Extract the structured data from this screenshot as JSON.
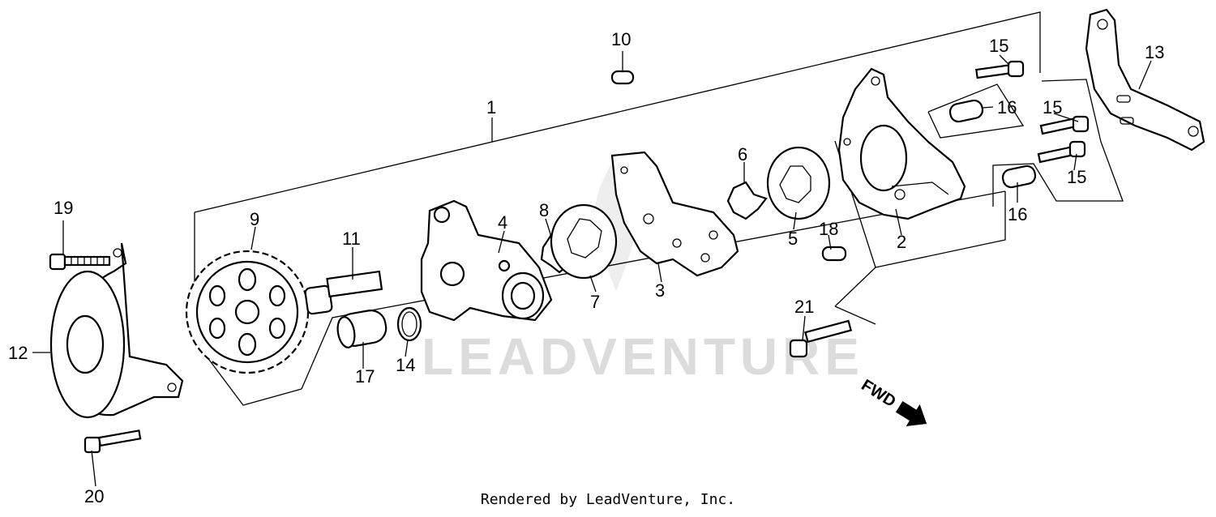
{
  "watermark": "LEADVENTURE",
  "footer_text": "Rendered by LeadVenture, Inc.",
  "direction_label": "FWD",
  "callouts": [
    "1",
    "2",
    "3",
    "4",
    "5",
    "6",
    "7",
    "8",
    "9",
    "10",
    "11",
    "12",
    "13",
    "14",
    "15",
    "16",
    "17",
    "18",
    "19",
    "20",
    "21"
  ],
  "callout_15_extra": "15",
  "callout_16_extra": "16"
}
